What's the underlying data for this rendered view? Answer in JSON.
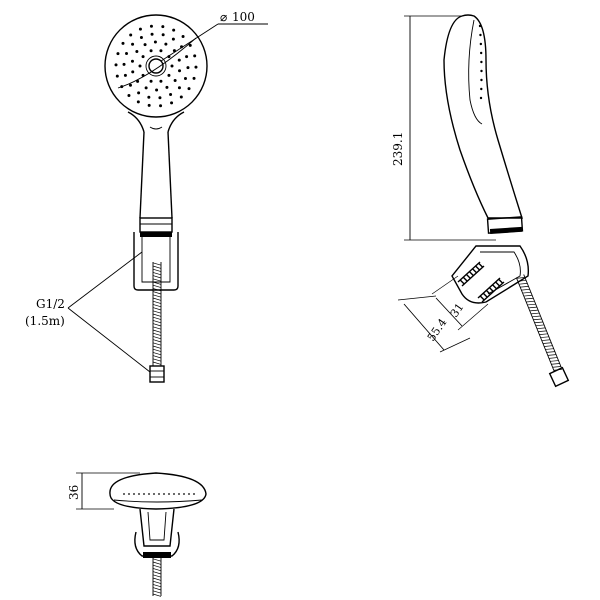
{
  "front_view": {
    "diameter_symbol": "⌀",
    "diameter_value": "100",
    "thread_label": "G1/2",
    "hose_length_label": "(1.5m)"
  },
  "side_view": {
    "height_label": "239.1",
    "mount_offset_label": "31",
    "mount_depth_label": "55.4"
  },
  "top_view": {
    "thickness_label": "36"
  }
}
